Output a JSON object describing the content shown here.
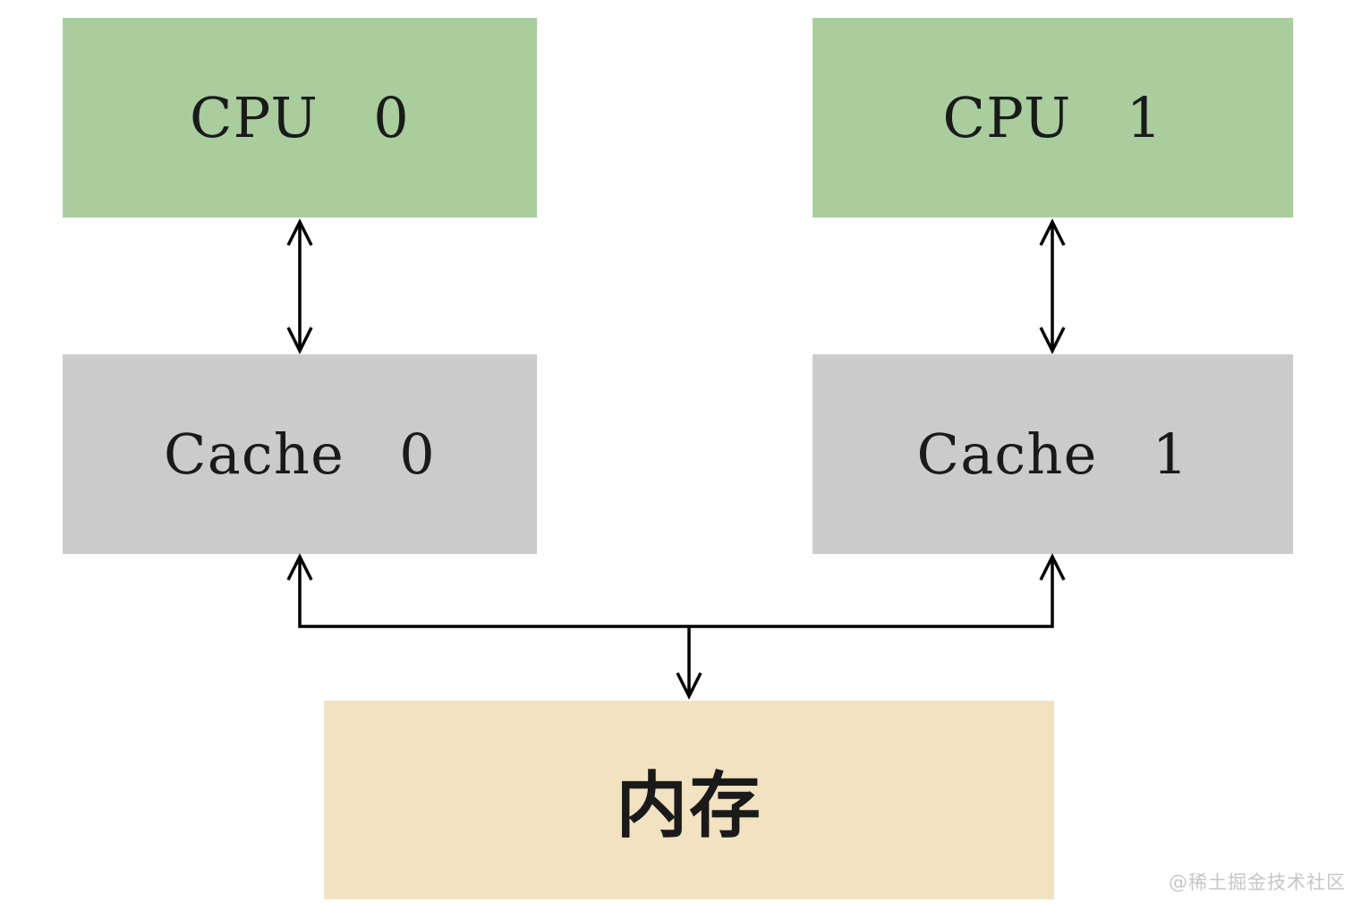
{
  "diagram": {
    "type": "block-diagram",
    "nodes": [
      {
        "id": "cpu0",
        "label": "CPU 0",
        "role": "cpu",
        "fill": "#a9cd9d"
      },
      {
        "id": "cpu1",
        "label": "CPU 1",
        "role": "cpu",
        "fill": "#a9cd9d"
      },
      {
        "id": "cache0",
        "label": "Cache 0",
        "role": "cache",
        "fill": "#cbcbcb"
      },
      {
        "id": "cache1",
        "label": "Cache 1",
        "role": "cache",
        "fill": "#cbcbcb"
      },
      {
        "id": "memory",
        "label": "内存",
        "role": "memory",
        "fill": "#f2e2c1"
      }
    ],
    "edges": [
      {
        "from": "cpu0",
        "to": "cache0",
        "style": "double-headed-arrow"
      },
      {
        "from": "cpu1",
        "to": "cache1",
        "style": "double-headed-arrow"
      },
      {
        "from": "memory",
        "to": "cache0,cache1",
        "style": "shared-bus",
        "arrowheads": [
          "into-cache0",
          "into-cache1",
          "into-memory"
        ]
      }
    ],
    "line_color": "#000000"
  },
  "watermark": {
    "text": "@稀土掘金技术社区",
    "color": "#c6c6c6"
  }
}
